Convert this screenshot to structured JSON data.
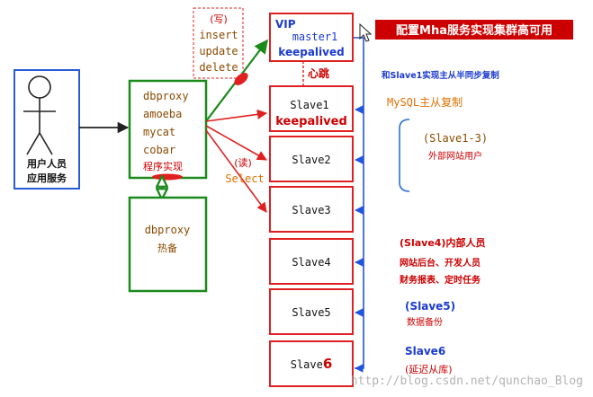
{
  "title": "配置Mha服务实现集群高可用",
  "user": {
    "line1": "用户人员",
    "line2": "应用服务"
  },
  "write_note": {
    "tag": "(写)",
    "ops": [
      "insert",
      "update",
      "delete"
    ]
  },
  "read_note": {
    "tag": "(读)",
    "op": "Select"
  },
  "proxy": {
    "items": [
      "dbproxy",
      "amoeba",
      "mycat",
      "cobar"
    ],
    "footer": "程序实现"
  },
  "proxy_standby": {
    "name": "dbproxy",
    "role": "热备"
  },
  "master": {
    "vip": "VIP",
    "name": "master1",
    "ha": "keepalived"
  },
  "heartbeat": "心跳",
  "slave1": {
    "name": "Slave1",
    "ha": "keepalived"
  },
  "slaves": [
    "Slave2",
    "Slave3",
    "Slave4",
    "Slave5"
  ],
  "slave6": {
    "prefix": "Slave",
    "num": "6"
  },
  "semi_sync_note": "和Slave1实现主从半同步复制",
  "mysql_repl": "MySQL主从复制",
  "group1": {
    "range": "(Slave1-3)",
    "desc": "外部网站用户"
  },
  "group2": {
    "label": "(Slave4)内部人员",
    "line1": "网站后台、开发人员",
    "line2": "财务报表、定时任务"
  },
  "group3": {
    "label": "(Slave5)",
    "desc": "数据备份"
  },
  "group4": {
    "label": "Slave6",
    "desc": "(延迟从库)"
  },
  "watermark": "http://blog.csdn.net/qunchao_Blog",
  "colors": {
    "box_green": "#1a8a1a",
    "box_red": "#e02020",
    "arrow_green": "#1a8a1a",
    "arrow_red": "#e02020",
    "repl_blue": "#2255dd",
    "text_dark_red": "#cc0000",
    "text_olive": "#8a4a00",
    "text_orange": "#e07000",
    "title_bg": "#cc0000",
    "text_blue": "#1a3ad0"
  }
}
